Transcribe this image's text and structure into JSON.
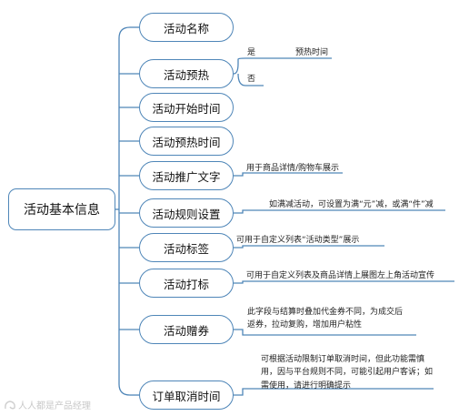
{
  "root": {
    "label": "活动基本信息"
  },
  "branches": [
    {
      "label": "活动名称"
    },
    {
      "label": "活动预热",
      "options": [
        "是",
        "否"
      ],
      "sub_note": "预热时间"
    },
    {
      "label": "活动开始时间"
    },
    {
      "label": "活动预热时间"
    },
    {
      "label": "活动推广文字",
      "note": "用于商品详情/购物车展示"
    },
    {
      "label": "活动规则设置",
      "note": "如满减活动，可设置为满“元”减，或满“件”减"
    },
    {
      "label": "活动标签",
      "note": "可用于自定义列表“活动类型”展示"
    },
    {
      "label": "活动打标",
      "note": "可用于自定义列表及商品详情上展图左上角活动宣传"
    },
    {
      "label": "活动赠券",
      "note": "此字段与结算时叠加代金券不同，为成交后返券，拉动复购，增加用户粘性"
    },
    {
      "label": "订单取消时间",
      "note": "可根据活动限制订单取消时间，但此功能需慎用，因与平台规则不同，可能引起用户客诉；如需使用，请进行明确提示"
    }
  ],
  "watermark": {
    "text": "人人都是产品经理"
  },
  "colors": {
    "line": "#4f86b8",
    "border": "#4f86b8"
  }
}
